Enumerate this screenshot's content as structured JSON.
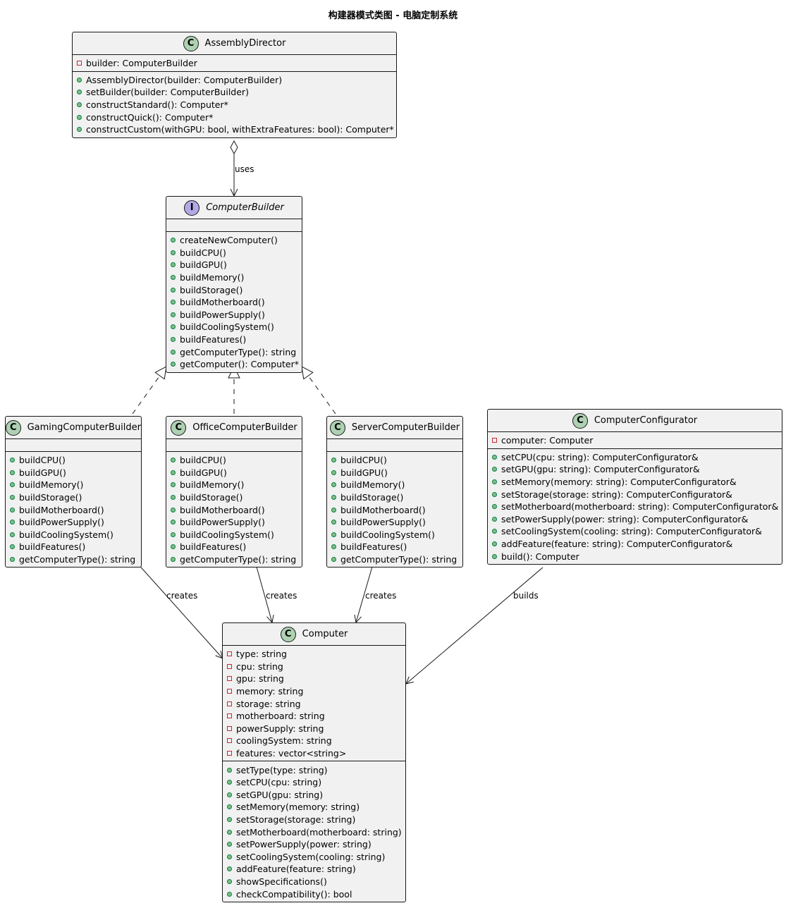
{
  "title": "构建器模式类图 - 电脑定制系统",
  "classes": [
    {
      "id": "director",
      "name": "AssemblyDirector",
      "kind": "class",
      "attributes": [
        {
          "vis": "private",
          "text": "builder: ComputerBuilder"
        }
      ],
      "methods": [
        {
          "vis": "public",
          "text": "AssemblyDirector(builder: ComputerBuilder)"
        },
        {
          "vis": "public",
          "text": "setBuilder(builder: ComputerBuilder)"
        },
        {
          "vis": "public",
          "text": "constructStandard(): Computer*"
        },
        {
          "vis": "public",
          "text": "constructQuick(): Computer*"
        },
        {
          "vis": "public",
          "text": "constructCustom(withGPU: bool, withExtraFeatures: bool): Computer*"
        }
      ]
    },
    {
      "id": "builder",
      "name": "ComputerBuilder",
      "kind": "interface",
      "attributes": [],
      "methods": [
        {
          "vis": "public",
          "text": "createNewComputer()"
        },
        {
          "vis": "public",
          "text": "buildCPU()"
        },
        {
          "vis": "public",
          "text": "buildGPU()"
        },
        {
          "vis": "public",
          "text": "buildMemory()"
        },
        {
          "vis": "public",
          "text": "buildStorage()"
        },
        {
          "vis": "public",
          "text": "buildMotherboard()"
        },
        {
          "vis": "public",
          "text": "buildPowerSupply()"
        },
        {
          "vis": "public",
          "text": "buildCoolingSystem()"
        },
        {
          "vis": "public",
          "text": "buildFeatures()"
        },
        {
          "vis": "public",
          "text": "getComputerType(): string"
        },
        {
          "vis": "public",
          "text": "getComputer(): Computer*"
        }
      ]
    },
    {
      "id": "gaming",
      "name": "GamingComputerBuilder",
      "kind": "class",
      "attributes": [],
      "methods": [
        {
          "vis": "public",
          "text": "buildCPU()"
        },
        {
          "vis": "public",
          "text": "buildGPU()"
        },
        {
          "vis": "public",
          "text": "buildMemory()"
        },
        {
          "vis": "public",
          "text": "buildStorage()"
        },
        {
          "vis": "public",
          "text": "buildMotherboard()"
        },
        {
          "vis": "public",
          "text": "buildPowerSupply()"
        },
        {
          "vis": "public",
          "text": "buildCoolingSystem()"
        },
        {
          "vis": "public",
          "text": "buildFeatures()"
        },
        {
          "vis": "public",
          "text": "getComputerType(): string"
        }
      ]
    },
    {
      "id": "office",
      "name": "OfficeComputerBuilder",
      "kind": "class",
      "attributes": [],
      "methods": [
        {
          "vis": "public",
          "text": "buildCPU()"
        },
        {
          "vis": "public",
          "text": "buildGPU()"
        },
        {
          "vis": "public",
          "text": "buildMemory()"
        },
        {
          "vis": "public",
          "text": "buildStorage()"
        },
        {
          "vis": "public",
          "text": "buildMotherboard()"
        },
        {
          "vis": "public",
          "text": "buildPowerSupply()"
        },
        {
          "vis": "public",
          "text": "buildCoolingSystem()"
        },
        {
          "vis": "public",
          "text": "buildFeatures()"
        },
        {
          "vis": "public",
          "text": "getComputerType(): string"
        }
      ]
    },
    {
      "id": "server",
      "name": "ServerComputerBuilder",
      "kind": "class",
      "attributes": [],
      "methods": [
        {
          "vis": "public",
          "text": "buildCPU()"
        },
        {
          "vis": "public",
          "text": "buildGPU()"
        },
        {
          "vis": "public",
          "text": "buildMemory()"
        },
        {
          "vis": "public",
          "text": "buildStorage()"
        },
        {
          "vis": "public",
          "text": "buildMotherboard()"
        },
        {
          "vis": "public",
          "text": "buildPowerSupply()"
        },
        {
          "vis": "public",
          "text": "buildCoolingSystem()"
        },
        {
          "vis": "public",
          "text": "buildFeatures()"
        },
        {
          "vis": "public",
          "text": "getComputerType(): string"
        }
      ]
    },
    {
      "id": "configurator",
      "name": "ComputerConfigurator",
      "kind": "class",
      "attributes": [
        {
          "vis": "private",
          "text": "computer: Computer"
        }
      ],
      "methods": [
        {
          "vis": "public",
          "text": "setCPU(cpu: string): ComputerConfigurator&"
        },
        {
          "vis": "public",
          "text": "setGPU(gpu: string): ComputerConfigurator&"
        },
        {
          "vis": "public",
          "text": "setMemory(memory: string): ComputerConfigurator&"
        },
        {
          "vis": "public",
          "text": "setStorage(storage: string): ComputerConfigurator&"
        },
        {
          "vis": "public",
          "text": "setMotherboard(motherboard: string): ComputerConfigurator&"
        },
        {
          "vis": "public",
          "text": "setPowerSupply(power: string): ComputerConfigurator&"
        },
        {
          "vis": "public",
          "text": "setCoolingSystem(cooling: string): ComputerConfigurator&"
        },
        {
          "vis": "public",
          "text": "addFeature(feature: string): ComputerConfigurator&"
        },
        {
          "vis": "public",
          "text": "build(): Computer"
        }
      ]
    },
    {
      "id": "computer",
      "name": "Computer",
      "kind": "class",
      "attributes": [
        {
          "vis": "private",
          "text": "type: string"
        },
        {
          "vis": "private",
          "text": "cpu: string"
        },
        {
          "vis": "private",
          "text": "gpu: string"
        },
        {
          "vis": "private",
          "text": "memory: string"
        },
        {
          "vis": "private",
          "text": "storage: string"
        },
        {
          "vis": "private",
          "text": "motherboard: string"
        },
        {
          "vis": "private",
          "text": "powerSupply: string"
        },
        {
          "vis": "private",
          "text": "coolingSystem: string"
        },
        {
          "vis": "private",
          "text": "features: vector<string>"
        }
      ],
      "methods": [
        {
          "vis": "public",
          "text": "setType(type: string)"
        },
        {
          "vis": "public",
          "text": "setCPU(cpu: string)"
        },
        {
          "vis": "public",
          "text": "setGPU(gpu: string)"
        },
        {
          "vis": "public",
          "text": "setMemory(memory: string)"
        },
        {
          "vis": "public",
          "text": "setStorage(storage: string)"
        },
        {
          "vis": "public",
          "text": "setMotherboard(motherboard: string)"
        },
        {
          "vis": "public",
          "text": "setPowerSupply(power: string)"
        },
        {
          "vis": "public",
          "text": "setCoolingSystem(cooling: string)"
        },
        {
          "vis": "public",
          "text": "addFeature(feature: string)"
        },
        {
          "vis": "public",
          "text": "showSpecifications()"
        },
        {
          "vis": "public",
          "text": "checkCompatibility(): bool"
        }
      ]
    }
  ],
  "relations": [
    {
      "id": "director-uses-builder",
      "from": "director",
      "to": "builder",
      "type": "aggregation",
      "label": "uses"
    },
    {
      "id": "gaming-implements-builder",
      "from": "gaming",
      "to": "builder",
      "type": "realization",
      "label": ""
    },
    {
      "id": "office-implements-builder",
      "from": "office",
      "to": "builder",
      "type": "realization",
      "label": ""
    },
    {
      "id": "server-implements-builder",
      "from": "server",
      "to": "builder",
      "type": "realization",
      "label": ""
    },
    {
      "id": "gaming-creates-computer",
      "from": "gaming",
      "to": "computer",
      "type": "association",
      "label": "creates"
    },
    {
      "id": "office-creates-computer",
      "from": "office",
      "to": "computer",
      "type": "association",
      "label": "creates"
    },
    {
      "id": "server-creates-computer",
      "from": "server",
      "to": "computer",
      "type": "association",
      "label": "creates"
    },
    {
      "id": "configurator-builds-computer",
      "from": "configurator",
      "to": "computer",
      "type": "association",
      "label": "builds"
    }
  ]
}
